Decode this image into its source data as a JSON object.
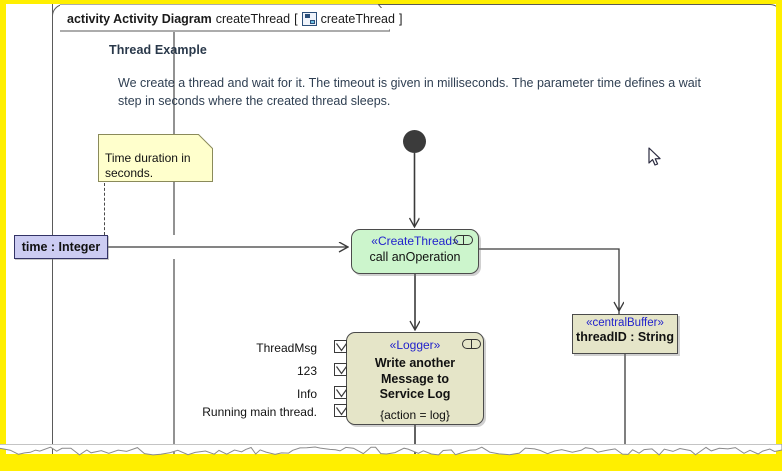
{
  "window": {
    "background_color": "#ffef00",
    "page_color": "#ffffff"
  },
  "frame": {
    "keyword": "activity Activity Diagram",
    "name": "createThread",
    "bracket_open": "[",
    "icon": "activity-diagram-icon",
    "qualifier": "createThread",
    "bracket_close": "]"
  },
  "header": {
    "title": "Thread Example",
    "description": "We create a thread and wait for it. The timeout is given in milliseconds. The parameter time defines a wait step in seconds where the created thread sleeps."
  },
  "note": {
    "text": "Time duration in seconds."
  },
  "nodes": {
    "initial": {
      "name": "initial-node",
      "color": "#3b3b3b"
    },
    "create_thread": {
      "stereotype": "«CreateThread»",
      "label": "call anOperation",
      "color": "#ccf5cc",
      "icon": "behavior-pill-icon"
    },
    "logger": {
      "stereotype": "«Logger»",
      "line1": "Write another",
      "line2": "Message to",
      "line3": "Service Log",
      "tag": "{action = log}",
      "color": "#e5e5c8",
      "icon": "behavior-pill-icon"
    },
    "central_buffer": {
      "stereotype": "«centralBuffer»",
      "label": "threadID : String",
      "color": "#e5e5c8"
    },
    "time_parameter": {
      "label": "time : Integer",
      "color": "#ccccf2"
    }
  },
  "pins": [
    {
      "label": "ThreadMsg",
      "icon": "input-pin-icon"
    },
    {
      "label": "123",
      "icon": "input-pin-icon"
    },
    {
      "label": "Info",
      "icon": "input-pin-icon"
    },
    {
      "label": "Running main thread.",
      "icon": "input-pin-icon"
    }
  ],
  "cursor": {
    "icon": "mouse-pointer-icon"
  }
}
